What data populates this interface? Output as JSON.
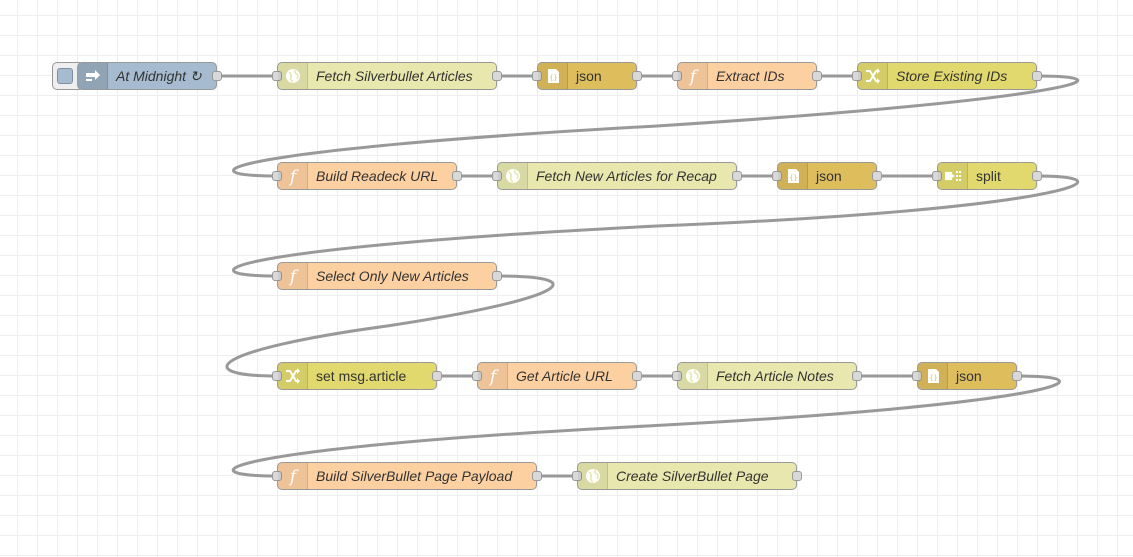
{
  "workspace": {
    "grid": true
  },
  "colors": {
    "inject": "#a6bbcf",
    "http_request": "#e7e7ae",
    "json": "#debd5c",
    "function": "#fdd0a2",
    "change": "#e2d96e",
    "split": "#e2d96e",
    "wire": "#999999",
    "port": "#d9d9d9"
  },
  "nodes": {
    "at_midnight": {
      "label": "At Midnight ↻",
      "type": "inject",
      "icon": "inject-arrow-icon"
    },
    "fetch_silverbullet_articles": {
      "label": "Fetch Silverbullet Articles",
      "type": "http request",
      "icon": "globe-icon"
    },
    "json_1": {
      "label": "json",
      "type": "json",
      "icon": "json-braces-icon"
    },
    "extract_ids": {
      "label": "Extract IDs",
      "type": "function",
      "icon": "function-icon"
    },
    "store_existing_ids": {
      "label": "Store Existing IDs",
      "type": "change",
      "icon": "shuffle-icon"
    },
    "build_readeck_url": {
      "label": "Build Readeck URL",
      "type": "function",
      "icon": "function-icon"
    },
    "fetch_new_articles": {
      "label": "Fetch New Articles for Recap",
      "type": "http request",
      "icon": "globe-icon"
    },
    "json_2": {
      "label": "json",
      "type": "json",
      "icon": "json-braces-icon"
    },
    "split": {
      "label": "split",
      "type": "split",
      "icon": "split-icon"
    },
    "select_only_new": {
      "label": "Select Only New Articles",
      "type": "function",
      "icon": "function-icon"
    },
    "set_msg_article": {
      "label": "set msg.article",
      "type": "change",
      "icon": "shuffle-icon"
    },
    "get_article_url": {
      "label": "Get Article URL",
      "type": "function",
      "icon": "function-icon"
    },
    "fetch_article_notes": {
      "label": "Fetch Article Notes",
      "type": "http request",
      "icon": "globe-icon"
    },
    "json_3": {
      "label": "json",
      "type": "json",
      "icon": "json-braces-icon"
    },
    "build_page_payload": {
      "label": "Build SilverBullet Page Payload",
      "type": "function",
      "icon": "function-icon"
    },
    "create_page": {
      "label": "Create SilverBullet Page",
      "type": "http request",
      "icon": "globe-icon"
    }
  }
}
